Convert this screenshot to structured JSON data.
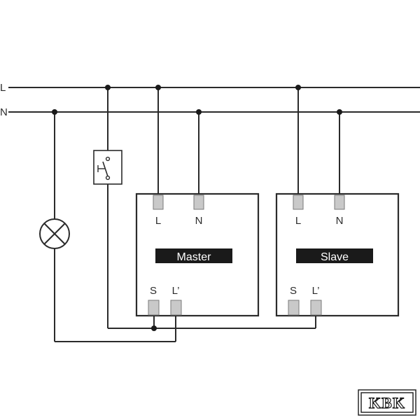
{
  "bus": {
    "line_label": "L",
    "neutral_label": "N"
  },
  "master": {
    "title": "Master",
    "top_labels": [
      "L",
      "N"
    ],
    "bottom_labels": [
      "S",
      "L’"
    ]
  },
  "slave": {
    "title": "Slave",
    "top_labels": [
      "L",
      "N"
    ],
    "bottom_labels": [
      "S",
      "L’"
    ]
  },
  "logo": {
    "text": "KBK"
  },
  "colors": {
    "wire": "#2b2b2b",
    "terminal": "#c9c9c9",
    "bar": "#1a1a1a"
  }
}
